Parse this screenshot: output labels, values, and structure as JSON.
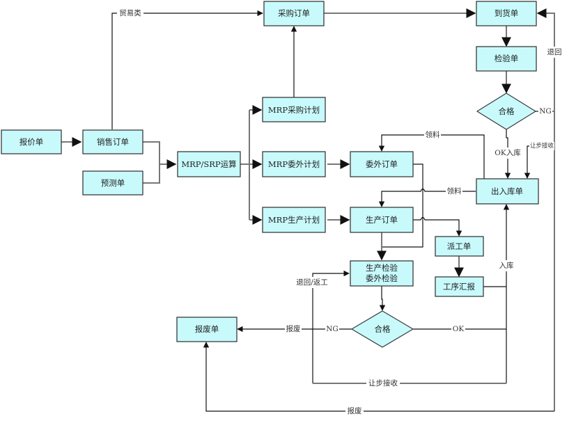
{
  "diagram": {
    "nodes": {
      "quotation": "报价单",
      "sales_order": "销售订单",
      "forecast": "预测单",
      "mrp_srp": "MRP/SRP运算",
      "mrp_purchase_plan": "MRP采购计划",
      "mrp_outsource_plan": "MRP委外计划",
      "mrp_production_plan": "MRP生产计划",
      "purchase_order": "采购订单",
      "arrival_note": "到货单",
      "inspection_note": "检验单",
      "qualified_top": "合格",
      "outsource_order": "委外订单",
      "production_order": "生产订单",
      "stock_io_note": "出入库单",
      "dispatch_note": "派工单",
      "process_report": "工序汇报",
      "production_inspection_line1": "生产检验",
      "production_inspection_line2": "委外检验",
      "qualified_bottom": "合格",
      "scrap_note": "报废单"
    },
    "edge_labels": {
      "trade": "贸易类",
      "return_top": "退回",
      "ng_top": "NG",
      "ok_stock_in": "OK入库",
      "concession_top": "让步接收",
      "material_pick_1": "领料",
      "material_pick_2": "领料",
      "stock_in": "入库",
      "return_rework": "退回/返工",
      "scrap_left": "报废",
      "ng_bottom": "NG",
      "ok_bottom": "OK",
      "concession_bottom": "让步接收",
      "scrap_bottom": "报废"
    }
  }
}
